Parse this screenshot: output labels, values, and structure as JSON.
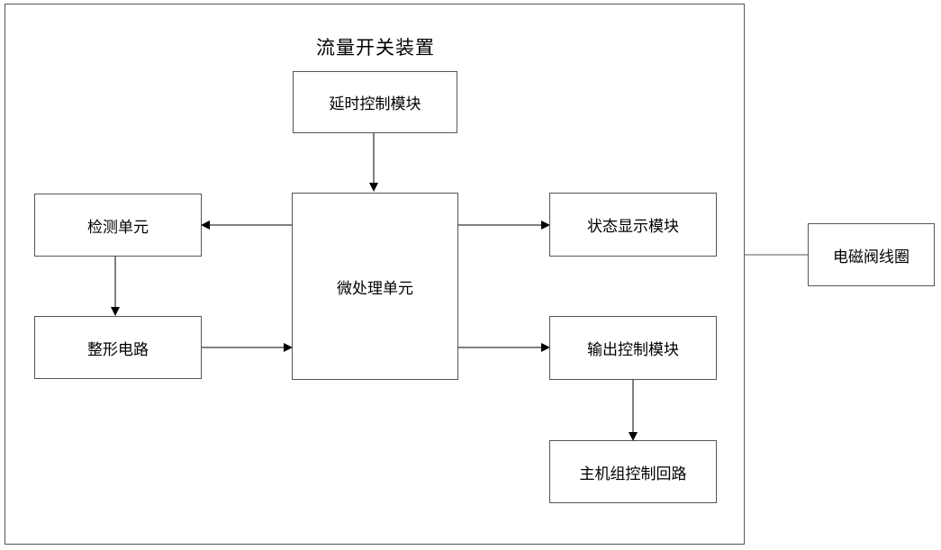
{
  "diagram": {
    "container_title": "流量开关装置",
    "nodes": {
      "delay": "延时控制模块",
      "detect": "检测单元",
      "mcu": "微处理单元",
      "status": "状态显示模块",
      "shaping": "整形电路",
      "output": "输出控制模块",
      "host": "主机组控制回路",
      "coil": "电磁阀线圈"
    },
    "edges": [
      {
        "from": "delay",
        "to": "mcu"
      },
      {
        "from": "mcu",
        "to": "detect"
      },
      {
        "from": "mcu",
        "to": "status"
      },
      {
        "from": "detect",
        "to": "shaping"
      },
      {
        "from": "shaping",
        "to": "mcu"
      },
      {
        "from": "mcu",
        "to": "output"
      },
      {
        "from": "output",
        "to": "host"
      },
      {
        "from": "container",
        "to": "coil",
        "arrow": false
      }
    ],
    "line_color": "#000000",
    "border_color": "#555555"
  }
}
